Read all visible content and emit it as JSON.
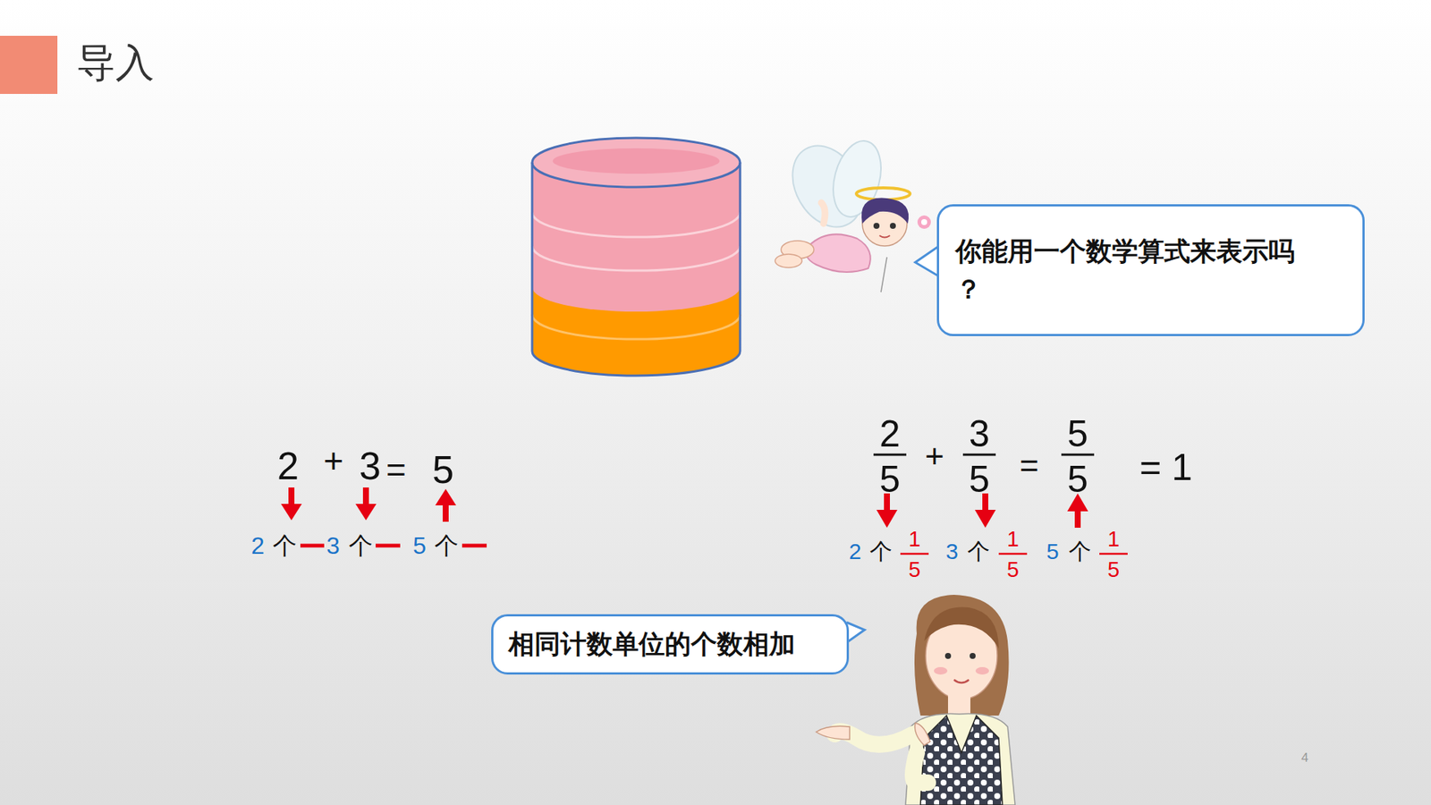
{
  "diagram": {
    "title": "导入",
    "nodes": [
      {
        "text": [
          "你能用一个数学算式来表示吗 ？"
        ]
      },
      {
        "text": [
          "相同计数单位的个数相加"
        ]
      }
    ],
    "edges": [],
    "labels": [
      "2",
      "+",
      "3",
      "=",
      "5",
      "2",
      "个",
      "3",
      "个",
      "5",
      "个",
      "2",
      "5",
      "+",
      "3",
      "5",
      "=",
      "5",
      "5",
      "= 1",
      "2",
      "个",
      "1",
      "5",
      "3",
      "个",
      "1",
      "5",
      "5",
      "个",
      "1",
      "5",
      "4"
    ]
  }
}
